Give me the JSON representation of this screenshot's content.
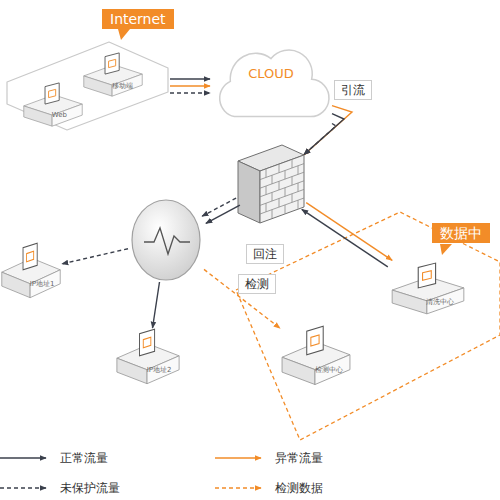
{
  "diagram": {
    "nodes": [
      {
        "text": []
      },
      {
        "text": [
          "Web"
        ],
        "in": 0
      },
      {
        "text": [
          "移动端"
        ],
        "in": 0
      },
      {
        "text": [
          "CLOUD"
        ]
      },
      {
        "text": []
      },
      {
        "text": []
      },
      {
        "text": [
          "IP地址1"
        ]
      },
      {
        "text": [
          "IP地址2"
        ]
      },
      {
        "text": [
          "检测中心"
        ]
      },
      {
        "text": [
          "清洗中心"
        ]
      }
    ],
    "edges": [
      {
        "from": 0,
        "to": 3,
        "arrow": "to"
      },
      {
        "from": 0,
        "to": 3,
        "arrow": "to"
      },
      {
        "from": 0,
        "to": 3,
        "arrow": "to"
      },
      {
        "from": 3,
        "to": 4,
        "label": "引流",
        "arrow": "to"
      },
      {
        "from": 3,
        "to": 4,
        "arrow": "to"
      },
      {
        "from": 3,
        "to": 4,
        "arrow": "to"
      },
      {
        "from": 4,
        "to": 9,
        "arrow": "to"
      },
      {
        "from": 9,
        "to": 4,
        "arrow": "to"
      },
      {
        "from": 4,
        "to": 5,
        "label": "回注",
        "arrow": "to"
      },
      {
        "from": 4,
        "to": 5,
        "arrow": "to"
      },
      {
        "from": 5,
        "to": 8,
        "label": "检测",
        "arrow": "to"
      },
      {
        "from": 5,
        "to": 6,
        "arrow": "to"
      },
      {
        "from": 5,
        "to": 7,
        "arrow": "to"
      }
    ],
    "labels": [
      "Internet",
      "数据中"
    ],
    "legend": [
      {
        "text": "正常流量"
      },
      {
        "text": "异常流量"
      },
      {
        "text": "未保护流量"
      },
      {
        "text": "检测数据"
      }
    ]
  }
}
